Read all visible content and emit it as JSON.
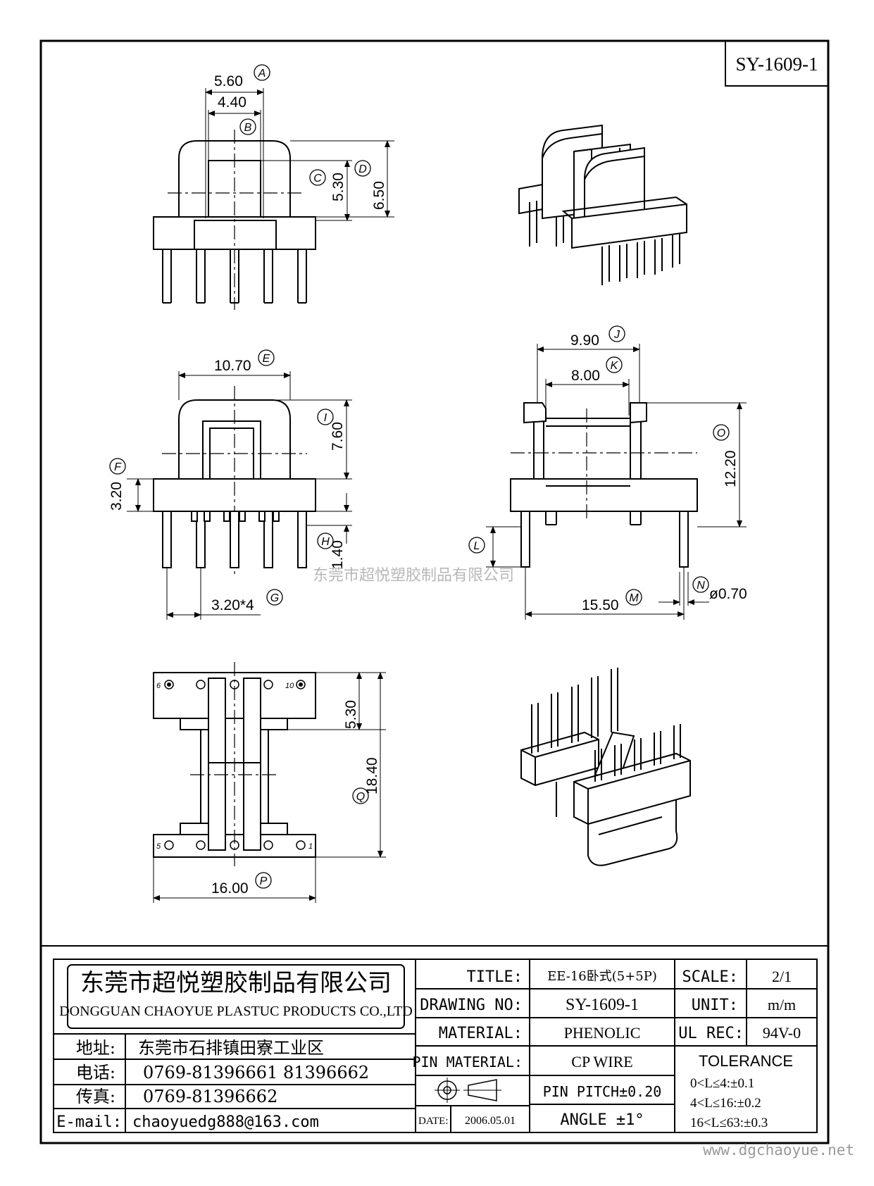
{
  "drawing_no_box": "SY-1609-1",
  "watermark_center": "东莞市超悦塑胶制品有限公司",
  "watermark_corner": "www.dgchaoyue.net",
  "views": {
    "top": {
      "dim_a": "5.60",
      "tag_a": "A",
      "dim_b": "4.40",
      "tag_b": "B",
      "tag_c": "C",
      "dim_c": "5.30",
      "dim_d": "6.50",
      "tag_d": "D"
    },
    "front": {
      "dim_e": "10.70",
      "tag_e": "E",
      "dim_i": "7.60",
      "tag_i": "I",
      "dim_f": "3.20",
      "tag_f": "F",
      "dim_h": "1.40",
      "tag_h": "H",
      "dim_g": "3.20*4",
      "tag_g": "G"
    },
    "side": {
      "dim_j": "9.90",
      "tag_j": "J",
      "dim_k": "8.00",
      "tag_k": "K",
      "dim_o": "12.20",
      "tag_o": "O",
      "tag_l": "L",
      "dim_m": "15.50",
      "tag_m": "M",
      "tag_n": "N",
      "dim_n": "ø0.70"
    },
    "bottom": {
      "pin6": "6",
      "pin10": "10",
      "pin5": "5",
      "pin1": "1",
      "dim_530": "5.30",
      "dim_q": "18.40",
      "tag_q": "Q",
      "dim_p": "16.00",
      "tag_p": "P"
    }
  },
  "title_block": {
    "company_cn": "东莞市超悦塑胶制品有限公司",
    "company_en": "DONGGUAN CHAOYUE PLASTUC PRODUCTS CO.,LTD",
    "address_label": "地址:",
    "address": "东莞市石排镇田寮工业区",
    "phone_label": "电话:",
    "phone": "0769-81396661   81396662",
    "fax_label": "传真:",
    "fax": "0769-81396662",
    "email_label": "E-mail:",
    "email": "chaoyuedg888@163.com",
    "title_label": "TITLE:",
    "title": "EE-16卧式(5+5P)",
    "drawing_no_label": "DRAWING NO:",
    "drawing_no": "SY-1609-1",
    "material_label": "MATERIAL:",
    "material": "PHENOLIC",
    "pin_material_label": "PIN MATERIAL:",
    "pin_material": "CP WIRE",
    "date_label": "DATE:",
    "date": "2006.05.01",
    "pin_pitch": "PIN PITCH±0.20",
    "angle": "ANGLE  ±1°",
    "scale_label": "SCALE:",
    "scale": "2/1",
    "unit_label": "UNIT:",
    "unit": "m/m",
    "ul_label": "UL REC:",
    "ul": "94V-0",
    "tolerance_label": "TOLERANCE",
    "tol_1": "0<L≤4:±0.1",
    "tol_2": "4<L≤16:±0.2",
    "tol_3": "16<L≤63:±0.3"
  }
}
